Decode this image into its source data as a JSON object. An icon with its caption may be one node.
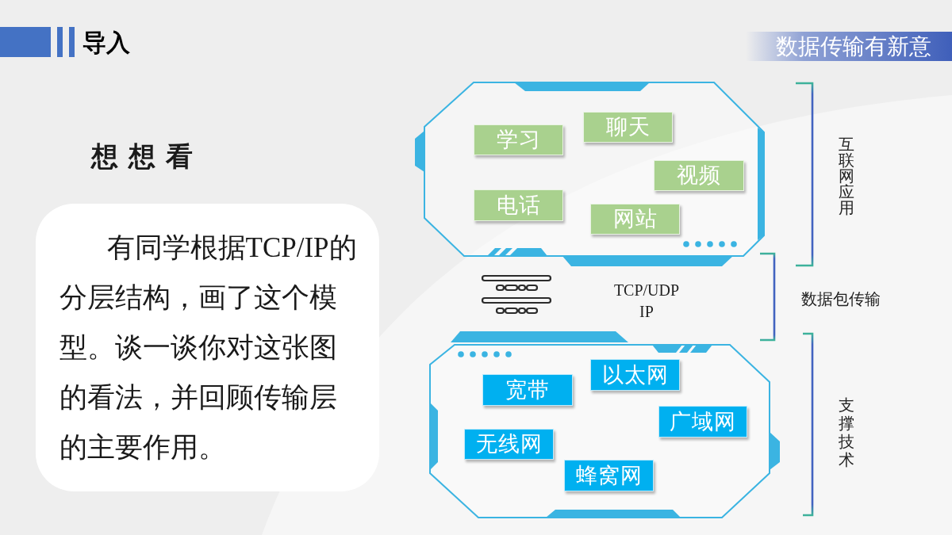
{
  "diagram": {
    "title": "导入",
    "nodes": [
      {
        "text": [
          "想想看",
          "有同学根据TCP/IP的分层结构，画了这个模型。谈一谈你对这张图的看法，并回顾传输层的主要作用。"
        ]
      },
      {
        "text": [],
        "shape": "octagon"
      },
      {
        "text": [
          "学习"
        ],
        "in": 1
      },
      {
        "text": [
          "聊天"
        ],
        "in": 1
      },
      {
        "text": [
          "视频"
        ],
        "in": 1
      },
      {
        "text": [
          "电话"
        ],
        "in": 1
      },
      {
        "text": [
          "网站"
        ],
        "in": 1
      },
      {
        "text": [
          "TCP/UDP IP"
        ]
      },
      {
        "text": [],
        "shape": "octagon"
      },
      {
        "text": [
          "宽带"
        ],
        "in": 8
      },
      {
        "text": [
          "以太网"
        ],
        "in": 8
      },
      {
        "text": [
          "广域网"
        ],
        "in": 8
      },
      {
        "text": [
          "无线网"
        ],
        "in": 8
      },
      {
        "text": [
          "蜂窝网"
        ],
        "in": 8
      }
    ],
    "labels": [
      "数据传输有新意",
      "互联网应用",
      "数据包传输",
      "支撑技术"
    ]
  }
}
